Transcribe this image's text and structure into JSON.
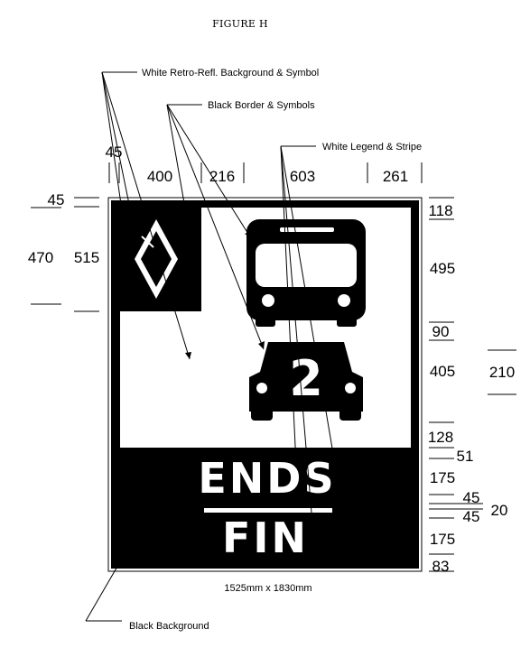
{
  "figure_title": "FIGURE H",
  "callouts": {
    "white_background": "White Retro-Refl. Background & Symbol",
    "black_border": "Black Border & Symbols",
    "white_legend": "White Legend & Stripe",
    "black_background": "Black Background"
  },
  "sign": {
    "word_top": "ENDS",
    "word_bottom": "FIN",
    "occupancy": "2",
    "size_label": "1525mm x 1830mm"
  },
  "dimensions": {
    "top": [
      "45",
      "400",
      "216",
      "603",
      "261"
    ],
    "left": [
      "45",
      "470",
      "515"
    ],
    "right": [
      "118",
      "495",
      "90",
      "405",
      "128",
      "51",
      "175",
      "45",
      "45",
      "175",
      "83"
    ],
    "far_right": [
      "210",
      "20"
    ]
  },
  "colors": {
    "sign_black": "#000000",
    "sign_white": "#ffffff"
  }
}
